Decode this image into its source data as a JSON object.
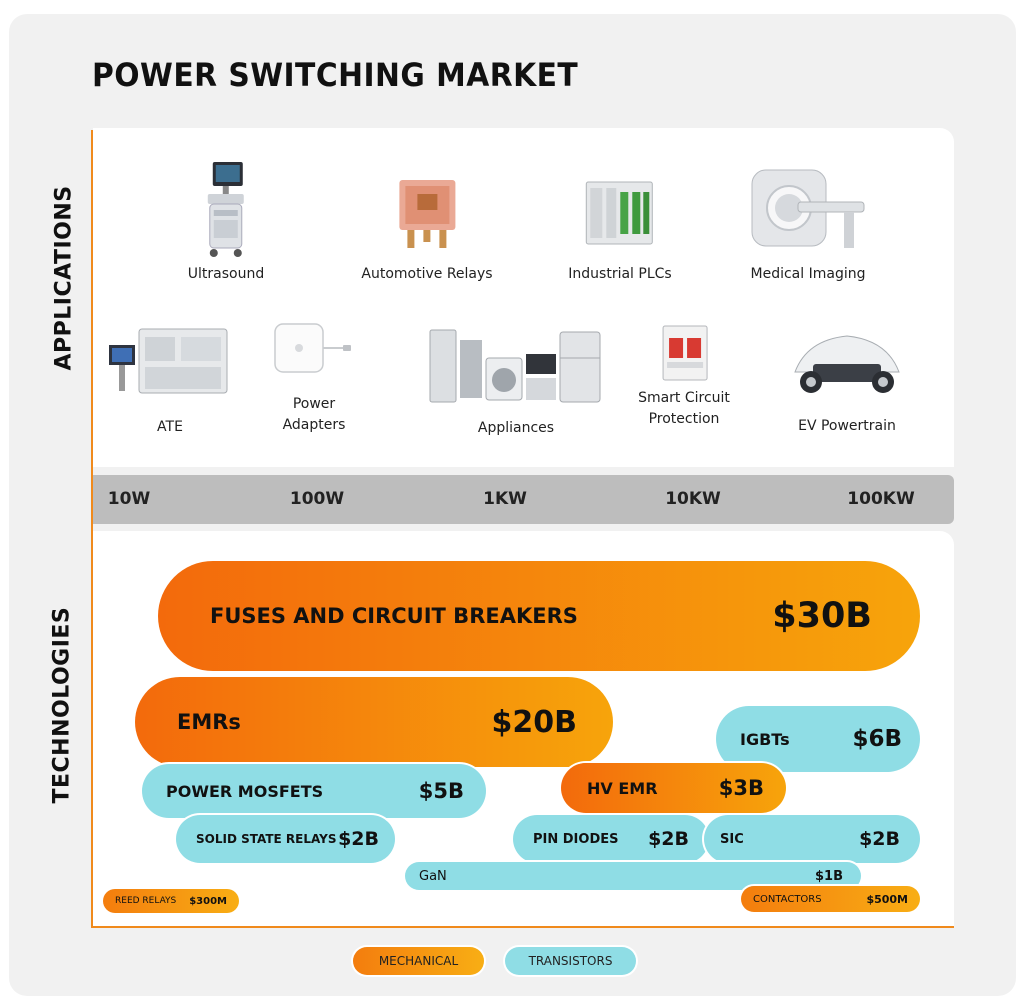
{
  "title": "POWER SWITCHING MARKET",
  "side_labels": {
    "applications": "APPLICATIONS",
    "technologies": "TECHNOLOGIES"
  },
  "applications": [
    {
      "label": "Ultrasound",
      "icon": "ultrasound-machine-icon"
    },
    {
      "label": "Automotive Relays",
      "icon": "relay-icon"
    },
    {
      "label": "Industrial  PLCs",
      "icon": "plc-icon"
    },
    {
      "label": "Medical Imaging",
      "icon": "mri-scanner-icon"
    },
    {
      "label": "ATE",
      "icon": "test-equipment-icon"
    },
    {
      "label": "Power\nAdapters",
      "icon": "power-adapter-icon"
    },
    {
      "label": "Appliances",
      "icon": "appliances-icon"
    },
    {
      "label": "Smart Circuit\nProtection",
      "icon": "circuit-breaker-icon"
    },
    {
      "label": "EV Powertrain",
      "icon": "ev-chassis-icon"
    }
  ],
  "power_scale": [
    "10W",
    "100W",
    "1KW",
    "10KW",
    "100KW"
  ],
  "technologies": [
    {
      "name": "FUSES AND CIRCUIT BREAKERS",
      "value": "$30B",
      "category": "mechanical"
    },
    {
      "name": "EMRs",
      "value": "$20B",
      "category": "mechanical"
    },
    {
      "name": "IGBTs",
      "value": "$6B",
      "category": "transistors"
    },
    {
      "name": "POWER MOSFETS",
      "value": "$5B",
      "category": "transistors"
    },
    {
      "name": "HV EMR",
      "value": "$3B",
      "category": "mechanical"
    },
    {
      "name": "SOLID STATE RELAYS",
      "value": "$2B",
      "category": "transistors"
    },
    {
      "name": "PIN DIODES",
      "value": "$2B",
      "category": "transistors"
    },
    {
      "name": "SIC",
      "value": "$2B",
      "category": "transistors"
    },
    {
      "name": "GaN",
      "value": "$1B",
      "category": "transistors"
    },
    {
      "name": "REED RELAYS",
      "value": "$300M",
      "category": "mechanical"
    },
    {
      "name": "CONTACTORS",
      "value": "$500M",
      "category": "mechanical"
    }
  ],
  "legend": {
    "mechanical": "MECHANICAL",
    "transistors": "TRANSISTORS"
  },
  "colors": {
    "mechanical_start": "#f36a0c",
    "mechanical_end": "#f7a40b",
    "transistors": "#8fdde5",
    "axis": "#f08a1c",
    "scale_bar": "#bdbdbd"
  }
}
